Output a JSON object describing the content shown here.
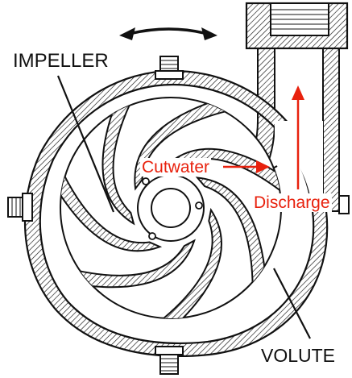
{
  "labels": {
    "impeller": "IMPELLER",
    "volute": "VOLUTE",
    "cutwater": "Cutwater",
    "discharge": "Discharge"
  },
  "colors": {
    "line": "#111111",
    "annotation": "#e8210d",
    "background": "#ffffff"
  },
  "impeller": {
    "vane_count": 7,
    "rotation": "clockwise"
  }
}
